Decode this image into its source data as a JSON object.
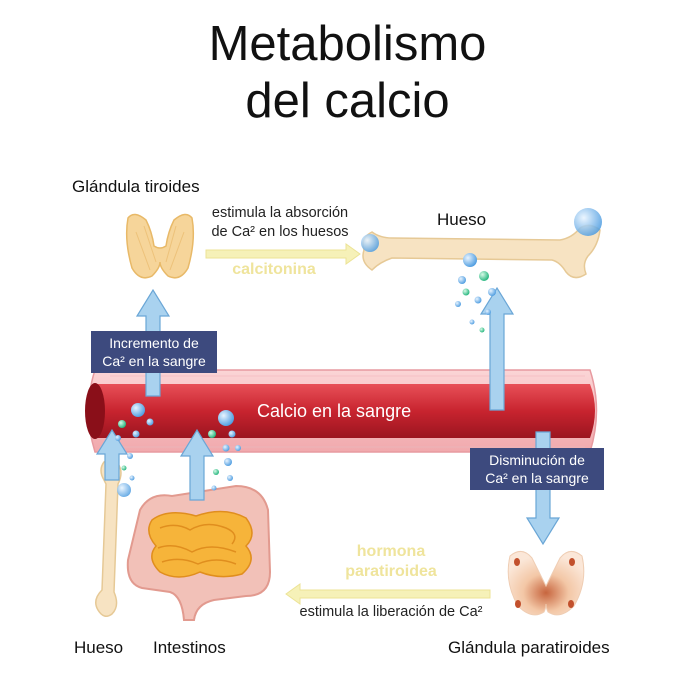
{
  "title": {
    "line1": "Metabolismo",
    "line2": "del calcio"
  },
  "labels": {
    "thyroid": "Glándula tiroides",
    "bone_top": "Hueso",
    "bone_bottom": "Hueso",
    "intestines": "Intestinos",
    "parathyroid": "Glándula paratiroides",
    "blood": "Calcio en la sangre"
  },
  "texts": {
    "stimulates_absorption_line1": "estimula la absorción",
    "stimulates_absorption_line2": "de Ca² en los huesos",
    "calcitonin": "calcitonina",
    "increase_line1": "Incremento de",
    "increase_line2": "Ca² en la sangre",
    "decrease_line1": "Disminución de",
    "decrease_line2": "Ca² en la sangre",
    "pth_line1": "hormona",
    "pth_line2": "paratiroidea",
    "stimulates_release": "estimula la liberación de Ca²"
  },
  "colors": {
    "vessel": "#c8242f",
    "vessel_outer": "#f4b6b9",
    "arrow_blue": "#a9d2ef",
    "arrow_yellow": "#f6f1b8",
    "box": "#3d4a7e",
    "thyroid": "#f6d59a",
    "bone": "#f7e3c2",
    "intestine_outer": "#f2c1b8",
    "intestine_inner": "#f6b43a"
  }
}
